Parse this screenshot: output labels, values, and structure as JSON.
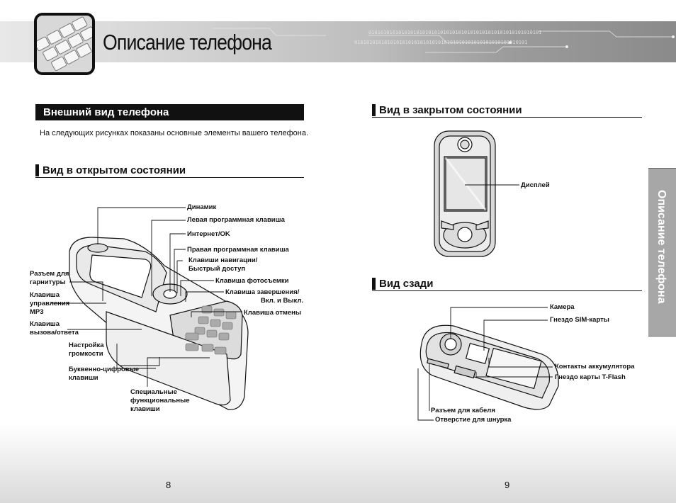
{
  "page": {
    "title": "Описание телефона",
    "side_tab": "Описание телефона",
    "page_left": "8",
    "page_right": "9",
    "banner_binary": "0101010101010101010101010101010101010101010101010101010101"
  },
  "left": {
    "section_header": "Внешний вид телефона",
    "intro": "На следующих рисунках показаны основные элементы вашего телефона.",
    "open_view_header": "Вид в открытом состоянии",
    "labels": {
      "speaker": "Динамик",
      "left_soft": "Левая программная клавиша",
      "internet_ok": "Интернет/OK",
      "right_soft": "Правая программная клавиша",
      "nav_keys_1": "Клавиши навигации/",
      "nav_keys_2": "Быстрый доступ",
      "camera_key": "Клавиша фотосъемки",
      "end_key_1": "Клавиша завершения/",
      "end_key_2": "Вкл. и Выкл.",
      "cancel_key": "Клавиша отмены",
      "headset_1": "Разъем для",
      "headset_2": "гарнитуры",
      "mp3_1": "Клавиша",
      "mp3_2": "управления",
      "mp3_3": "MP3",
      "call_1": "Клавиша",
      "call_2": "вызова/ответа",
      "volume_1": "Настройка",
      "volume_2": "громкости",
      "alnum_1": "Буквенно-цифровые",
      "alnum_2": "клавиши",
      "special_1": "Специальные",
      "special_2": "функциональные",
      "special_3": "клавиши"
    }
  },
  "right": {
    "closed_view_header": "Вид в закрытом состоянии",
    "display_label": "Дисплей",
    "back_view_header": "Вид сзади",
    "labels": {
      "camera": "Камера",
      "sim_slot": "Гнездо SIM-карты",
      "battery_contacts": "Контакты аккумулятора",
      "tflash": "Гнездо карты T-Flash",
      "cable": "Разъем для кабеля",
      "strap": "Отверстие для шнурка"
    }
  }
}
